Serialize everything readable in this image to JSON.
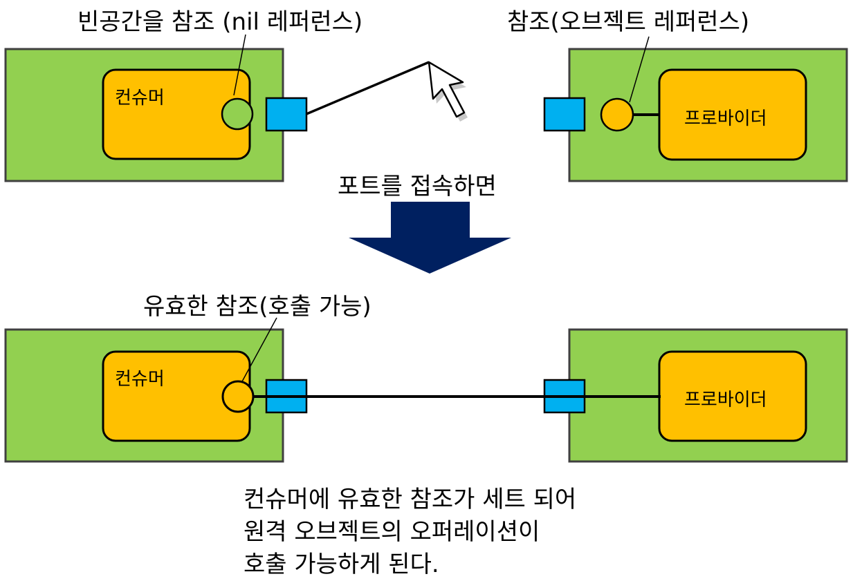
{
  "top": {
    "consumer_label": "컨슈머",
    "provider_label": "프로바이더",
    "nil_reference_callout": "빈공간을 참조 (nil   레퍼런스)",
    "object_reference_callout": "참조(오브젝트 레퍼런스)"
  },
  "transition_label": "포트를 접속하면",
  "bottom": {
    "consumer_label": "컨슈머",
    "provider_label": "프로바이더",
    "valid_reference_callout": "유효한 참조(호출 가능)"
  },
  "note_lines": [
    "컨슈머에 유효한 참조가 세트 되어",
    "원격 오브젝트의 오퍼레이션이",
    "호출 가능하게 된다."
  ],
  "colors": {
    "component_green": "#92d050",
    "role_orange": "#ffc000",
    "port_blue": "#00b0f0",
    "arrow_navy": "#002060"
  }
}
